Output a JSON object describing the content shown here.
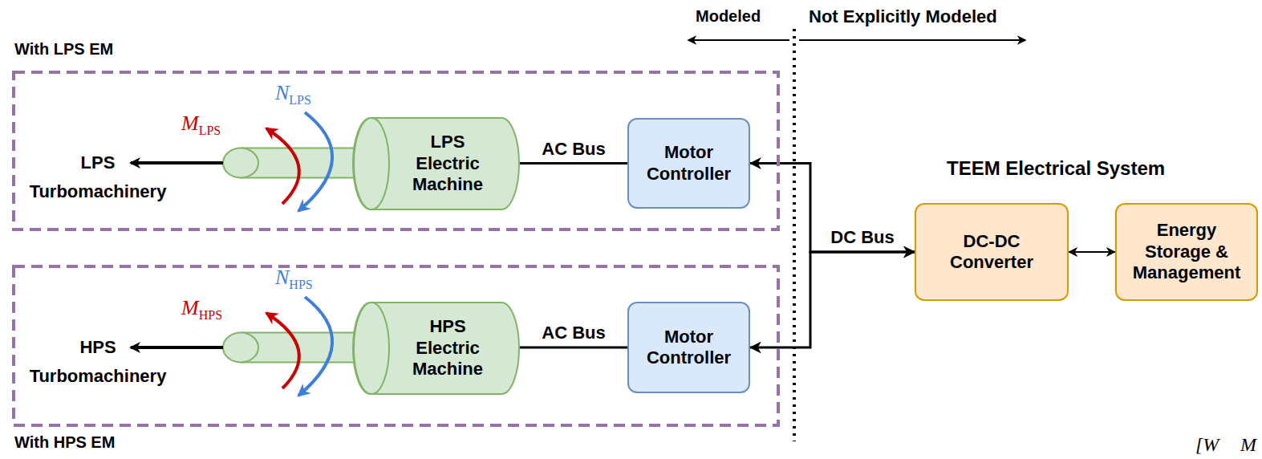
{
  "diagram": {
    "nodes": [
      {
        "text": [
          "With LPS EM"
        ]
      },
      {
        "text": [
          "LPS Electric Machine"
        ],
        "in": 0
      },
      {
        "text": [
          "Motor Controller"
        ],
        "in": 0
      },
      {
        "text": [
          "With HPS EM"
        ]
      },
      {
        "text": [
          "HPS Electric Machine"
        ],
        "in": 3
      },
      {
        "text": [
          "Motor Controller"
        ],
        "in": 3
      },
      {
        "text": [
          "DC-DC Converter"
        ]
      },
      {
        "text": [
          "Energy Storage & Management"
        ]
      }
    ],
    "edges": [
      {
        "from": 1,
        "to": 2,
        "label": "AC Bus",
        "arrow": "none"
      },
      {
        "from": 4,
        "to": 5,
        "label": "AC Bus",
        "arrow": "none"
      },
      {
        "from": 6,
        "to": 2,
        "label": "DC Bus",
        "arrow": "both"
      },
      {
        "from": 6,
        "to": 5,
        "arrow": "both"
      },
      {
        "from": 6,
        "to": 7,
        "arrow": "both"
      }
    ],
    "labels": [
      "Modeled",
      "Not Explicitly Modeled",
      "TEEM Electrical System",
      "LPS Turbomachinery",
      "MLPS",
      "NLPS",
      "HPS Turbomachinery",
      "MHPS",
      "NHPS",
      "[W",
      "M"
    ]
  }
}
